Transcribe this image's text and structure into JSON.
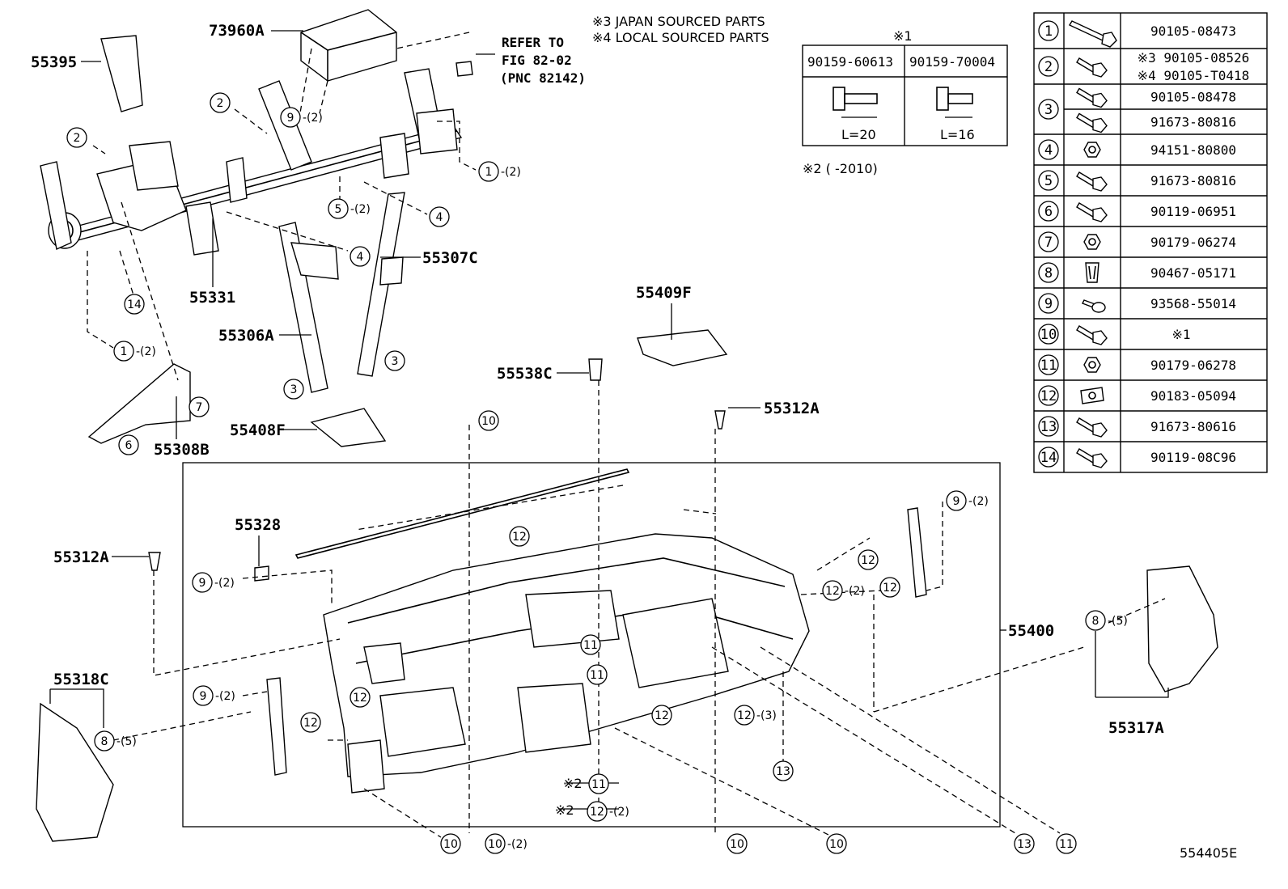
{
  "notes": {
    "japan": "※3 JAPAN SOURCED PARTS",
    "local": "※4 LOCAL SOURCED PARTS",
    "refer_line1": "REFER TO",
    "refer_line2": "FIG 82-02",
    "refer_line3": "(PNC 82142)",
    "year_note": "※2 (     -2010)",
    "diagram_id": "554405E"
  },
  "bolt_table": {
    "header": "※1",
    "parts": [
      "90159-60613",
      "90159-70004"
    ],
    "lengths": [
      "L=20",
      "L=16"
    ]
  },
  "callout_labels": [
    "73960A",
    "55395",
    "55331",
    "55307C",
    "55306A",
    "55308B",
    "55409F",
    "55538C",
    "55312A",
    "55408F",
    "55328",
    "55312A",
    "55400",
    "55318C",
    "55317A"
  ],
  "callouts": [
    {
      "num": "1",
      "qty": "-(2)"
    },
    {
      "num": "1",
      "qty": "-(2)"
    },
    {
      "num": "2",
      "qty": ""
    },
    {
      "num": "2",
      "qty": ""
    },
    {
      "num": "3",
      "qty": ""
    },
    {
      "num": "3",
      "qty": ""
    },
    {
      "num": "4",
      "qty": ""
    },
    {
      "num": "4",
      "qty": ""
    },
    {
      "num": "5",
      "qty": "-(2)"
    },
    {
      "num": "6",
      "qty": ""
    },
    {
      "num": "7",
      "qty": ""
    },
    {
      "num": "8",
      "qty": "-(5)"
    },
    {
      "num": "8",
      "qty": "-(5)"
    },
    {
      "num": "9",
      "qty": "-(2)"
    },
    {
      "num": "9",
      "qty": "-(2)"
    },
    {
      "num": "9",
      "qty": "-(2)"
    },
    {
      "num": "9",
      "qty": "-(2)"
    },
    {
      "num": "10",
      "qty": ""
    },
    {
      "num": "10",
      "qty": "-(2)"
    },
    {
      "num": "10",
      "qty": ""
    },
    {
      "num": "10",
      "qty": ""
    },
    {
      "num": "10",
      "qty": ""
    },
    {
      "num": "11",
      "qty": ""
    },
    {
      "num": "11",
      "qty": ""
    },
    {
      "num": "11",
      "qty": ""
    },
    {
      "num": "11",
      "qty": ""
    },
    {
      "num": "12",
      "qty": "-(2)"
    },
    {
      "num": "12",
      "qty": ""
    },
    {
      "num": "12",
      "qty": "-(2)"
    },
    {
      "num": "12",
      "qty": ""
    },
    {
      "num": "12",
      "qty": ""
    },
    {
      "num": "12",
      "qty": ""
    },
    {
      "num": "12",
      "qty": ""
    },
    {
      "num": "12",
      "qty": ""
    },
    {
      "num": "12",
      "qty": "-(3)"
    },
    {
      "num": "13",
      "qty": ""
    },
    {
      "num": "13",
      "qty": ""
    },
    {
      "num": "14",
      "qty": ""
    }
  ],
  "prefix_marks": [
    "※2",
    "※2"
  ],
  "parts_table": [
    {
      "num": "1",
      "parts": [
        "90105-08473"
      ],
      "icon": "long-bolt-icon"
    },
    {
      "num": "2",
      "parts": [
        "※3 90105-08526",
        "※4 90105-T0418"
      ],
      "icon": "flange-bolt-icon"
    },
    {
      "num": "3",
      "parts": [
        "90105-08478",
        "91673-80816"
      ],
      "icon": "bolt-icon"
    },
    {
      "num": "4",
      "parts": [
        "94151-80800"
      ],
      "icon": "nut-icon"
    },
    {
      "num": "5",
      "parts": [
        "91673-80816"
      ],
      "icon": "bolt-icon"
    },
    {
      "num": "6",
      "parts": [
        "90119-06951"
      ],
      "icon": "bolt-icon"
    },
    {
      "num": "7",
      "parts": [
        "90179-06274"
      ],
      "icon": "nut-icon"
    },
    {
      "num": "8",
      "parts": [
        "90467-05171"
      ],
      "icon": "clip-icon"
    },
    {
      "num": "9",
      "parts": [
        "93568-55014"
      ],
      "icon": "screw-icon"
    },
    {
      "num": "10",
      "parts": [
        "※1"
      ],
      "icon": "bolt-icon"
    },
    {
      "num": "11",
      "parts": [
        "90179-06278"
      ],
      "icon": "cage-nut-icon"
    },
    {
      "num": "12",
      "parts": [
        "90183-05094"
      ],
      "icon": "spring-nut-icon"
    },
    {
      "num": "13",
      "parts": [
        "91673-80616"
      ],
      "icon": "bolt-icon"
    },
    {
      "num": "14",
      "parts": [
        "90119-08C96"
      ],
      "icon": "bolt-icon"
    }
  ]
}
